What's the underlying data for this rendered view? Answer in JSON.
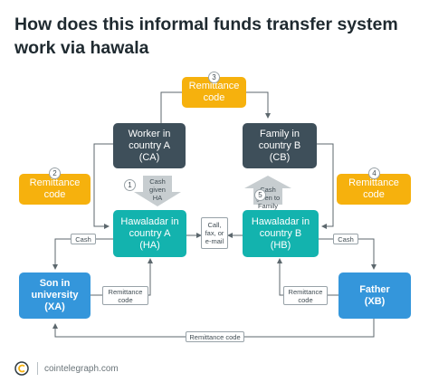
{
  "title": "How does this informal funds transfer system work via hawala",
  "nodes": {
    "ca": "Worker in\ncountry A\n(CA)",
    "cb": "Family in\ncountry B\n(CB)",
    "ha": "Hawaladar in\ncountry A\n(HA)",
    "hb": "Hawaladar in\ncountry B\n(HB)",
    "xa": "Son in\nuniversity\n(XA)",
    "xb": "Father\n(XB)",
    "rc3": "Remittance\ncode",
    "rc2": "Remittance\ncode",
    "rc4": "Remittance\ncode"
  },
  "badges": {
    "b1": "1",
    "b2": "2",
    "b3": "3",
    "b4": "4",
    "b5": "5"
  },
  "labels": {
    "cash_given_ha": "Cash\ngiven\nHA",
    "cash_given_family": "Cash\ngiven to\nFamily",
    "call_fax_email": "Call,\nfax, or\ne-mail",
    "cash_left": "Cash",
    "cash_right": "Cash",
    "remit_left": "Remittance\ncode",
    "remit_right": "Remittance\ncode",
    "remit_bottom": "Remittance code"
  },
  "footer": {
    "site": "cointelegraph.com"
  },
  "colors": {
    "worker": "#3e4f5a",
    "hawaladar": "#13b3ae",
    "person": "#3496db",
    "code": "#f6b10d"
  }
}
